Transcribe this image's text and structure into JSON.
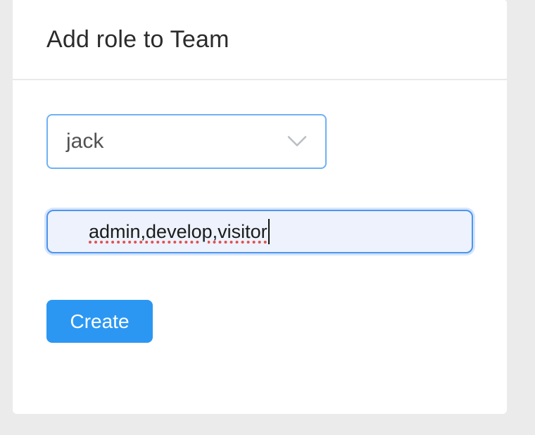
{
  "dialog": {
    "title": "Add role to Team"
  },
  "form": {
    "member_select": {
      "value": "jack",
      "icon": "chevron-down-icon"
    },
    "roles_input": {
      "value": "admin,develop,visitor"
    },
    "create_button": {
      "label": "Create"
    }
  },
  "colors": {
    "page_background": "#ebebeb",
    "panel_background": "#ffffff",
    "divider": "#e9e9e9",
    "select_border": "#6fb1f4",
    "select_text": "#525252",
    "chevron": "#b9bec6",
    "input_border": "#4c95ef",
    "input_background": "#edf2fc",
    "input_text": "#1b1b1b",
    "spellcheck_underline": "#e0524e",
    "button_background": "#2b97f3",
    "button_text": "#ffffff",
    "title_text": "#2b2b2b"
  }
}
